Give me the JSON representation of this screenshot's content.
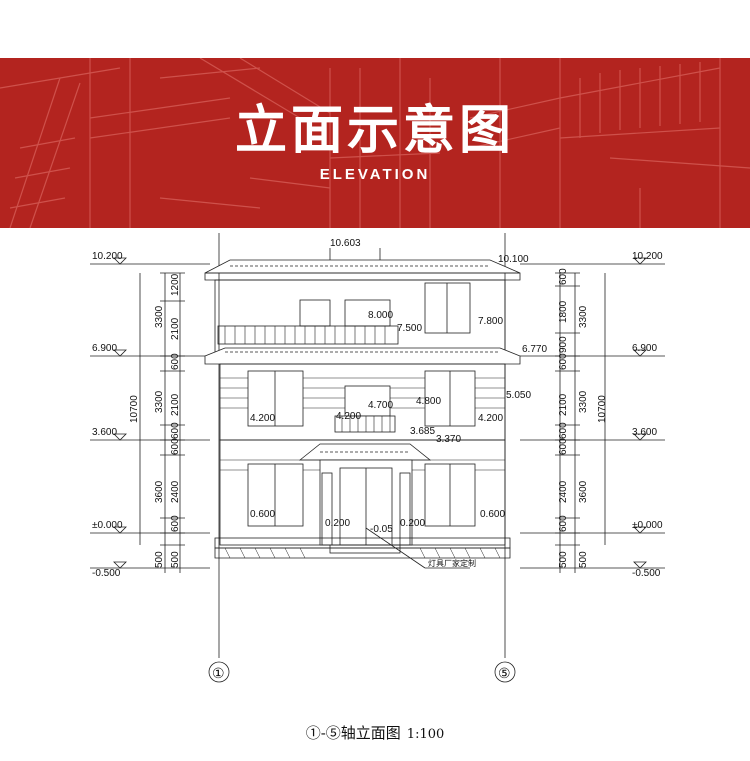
{
  "banner": {
    "title": "立面示意图",
    "subtitle": "ELEVATION",
    "background_color": "#b3241f"
  },
  "drawing": {
    "levels_left": [
      "10.200",
      "6.900",
      "3.600",
      "±0.000",
      "-0.500"
    ],
    "levels_right": [
      "10.200",
      "6.900",
      "3.600",
      "±0.000",
      "-0.500"
    ],
    "dims_outer": [
      "3300",
      "3300",
      "3600",
      "500"
    ],
    "dims_inner": [
      "1200",
      "2100",
      "600",
      "2100",
      "600",
      "600",
      "2400",
      "600",
      "500"
    ],
    "dims_right_inner": [
      "600",
      "1800",
      "900",
      "600",
      "2100",
      "600",
      "600",
      "2400",
      "600",
      "500"
    ],
    "total_height": "10700",
    "labels": {
      "ridge": "10.603",
      "eave_right": "10.100",
      "l_8000": "8.000",
      "l_7800": "7.800",
      "l_7500": "7.500",
      "l_6770": "6.770",
      "l_5050": "5.050",
      "l_4800": "4.800",
      "l_4700": "4.700",
      "l_4200a": "4.200",
      "l_4200b": "4.200",
      "l_4200c": "4.200",
      "l_3685": "3.685",
      "l_3370": "3.370",
      "l_0600a": "0.600",
      "l_0600b": "0.600",
      "l_0200a": "0.200",
      "l_0200b": "0.200",
      "l_m005": "-0.05",
      "lamp_note": "灯具厂家定制"
    },
    "axis_left": "①",
    "axis_right": "⑤"
  },
  "caption": {
    "title": "①-⑤轴立面图",
    "scale": "1:100"
  }
}
